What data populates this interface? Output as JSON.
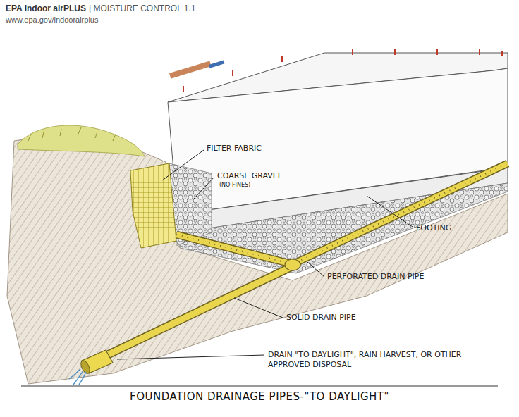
{
  "diagram": {
    "caption": "FOUNDATION DRAINAGE PIPES-\"TO DAYLIGHT\"",
    "labels": [
      "EPA Indoor airPLUS",
      "| MOISTURE CONTROL 1.1",
      "www.epa.gov/indoorairplus",
      "FILTER FABRIC",
      "COARSE GRAVEL",
      "(NO FINES)",
      "FOOTING",
      "PERFORATED DRAIN PIPE",
      "SOLID DRAIN PIPE",
      "DRAIN \"TO DAYLIGHT\", RAIN HARVEST, OR OTHER APPROVED DISPOSAL"
    ]
  }
}
